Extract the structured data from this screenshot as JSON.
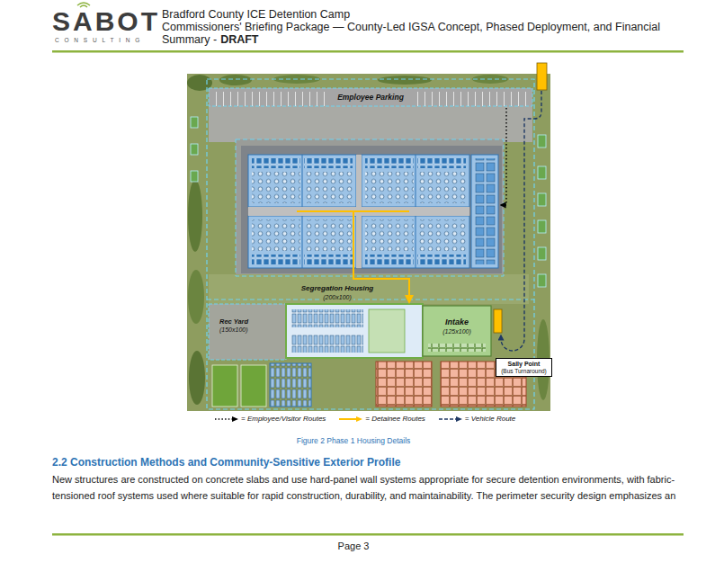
{
  "diagram": {
    "title": "Bradford County ICE Detention Camp",
    "caption": "Figure 2 Phase 1 Housing Details",
    "nodes": [
      {
        "text": [
          "Employee Parking"
        ]
      },
      {
        "text": [
          "Rec Yard",
          "(150x100)"
        ]
      },
      {
        "text": [
          "Intake",
          "(125x100)"
        ]
      },
      {
        "text": [
          "Sally Point",
          "(Bus Turnaround)"
        ]
      }
    ],
    "labels": [
      "SABOT",
      "CONSULTING",
      "Commissioners' Briefing Package — County-Led IGSA Concept, Phased Deployment, and Financial",
      "Summary -",
      "DRAFT",
      "Segregation Housing",
      "(200x100)",
      "2.2 Construction Methods and Community-Sensitive Exterior Profile",
      "New structures are constructed on concrete slabs and use hard-panel wall systems appropriate for secure detention environments, with fabric-tensioned roof systems used where suitable for rapid construction, durability, and maintainability. The perimeter security design emphasizes an",
      "Page 3"
    ],
    "legend": [
      {
        "text": "= Employee/Visitor Routes"
      },
      {
        "text": "= Detainee Routes"
      },
      {
        "text": "= Vehicle Route"
      }
    ]
  }
}
